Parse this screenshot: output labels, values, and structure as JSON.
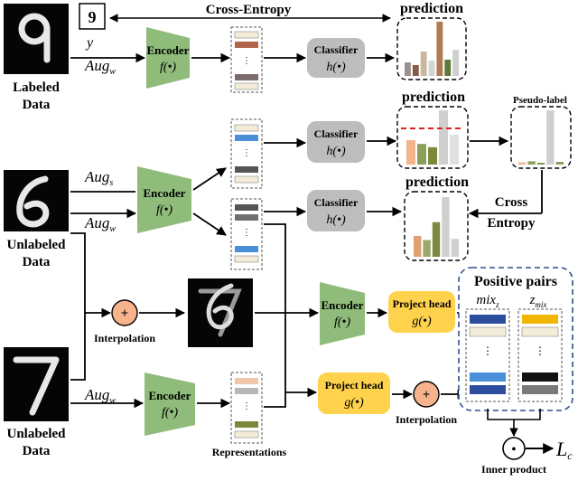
{
  "top": {
    "label_box": "9",
    "cross_entropy": "Cross-Entropy",
    "y": "y",
    "aug_w": "Aug",
    "aug_w_sub": "w",
    "prediction": "prediction",
    "labeled_data_1": "Labeled",
    "labeled_data_2": "Data"
  },
  "encoder": {
    "label": "Encoder",
    "fn": "f(•)"
  },
  "classifier": {
    "label": "Classifier",
    "fn": "h(•)"
  },
  "project_head": {
    "label": "Project head",
    "fn": "g(•)"
  },
  "middle": {
    "aug_s": "Aug",
    "aug_s_sub": "s",
    "aug_w": "Aug",
    "aug_w_sub": "w",
    "prediction_2": "prediction",
    "prediction_3": "prediction",
    "pseudo_label": "Pseudo-label",
    "cross_entropy_1": "Cross",
    "cross_entropy_2": "Entropy",
    "unlabeled_data_1": "Unlabeled",
    "unlabeled_data_2": "Data"
  },
  "bottom": {
    "interpolation_1": "Interpolation",
    "interpolation_2": "Interpolation",
    "plus": "+",
    "aug_w": "Aug",
    "aug_w_sub": "w",
    "unlabeled_data_1": "Unlabeled",
    "unlabeled_data_2": "Data",
    "representations": "Representations",
    "positive_pairs": "Positive pairs",
    "mix": "mix",
    "mix_sub": "z",
    "z": "z",
    "z_sub": "mix",
    "inner_product": "Inner product",
    "dot": "•",
    "loss": "L",
    "loss_sub": "c"
  },
  "colors": {
    "encoder_green": "#8fbc7a",
    "classifier_gray": "#bdbdbd",
    "project_yellow": "#ffd24d",
    "interp_orange": "#f6b38c",
    "blue_dashed": "#2f4f8f"
  },
  "bars": {
    "top_prediction": [
      0.25,
      0.2,
      0.45,
      0.28,
      1.0,
      0.3,
      0.48
    ],
    "pred2": [
      0.45,
      0.38,
      0.32,
      1.0,
      0.55
    ],
    "pseudo": [
      0.04,
      0.06,
      0.03,
      1.0,
      0.05
    ],
    "pred3": [
      0.35,
      0.28,
      0.58,
      1.0,
      0.3
    ]
  }
}
